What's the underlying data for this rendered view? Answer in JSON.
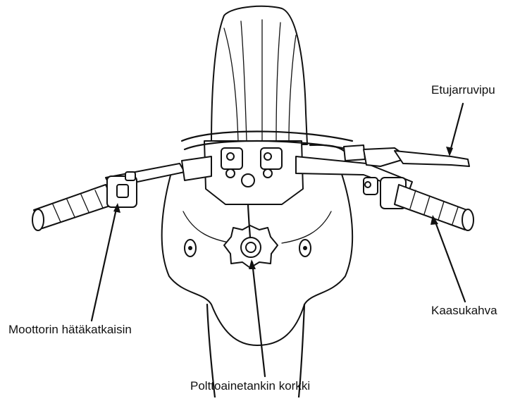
{
  "labels": {
    "front_brake_lever": "Etujarruvipu",
    "throttle_grip": "Kaasukahva",
    "engine_stop_switch": "Moottorin hätäkatkaisin",
    "fuel_tank_cap": "Polttoainetankin korkki"
  }
}
